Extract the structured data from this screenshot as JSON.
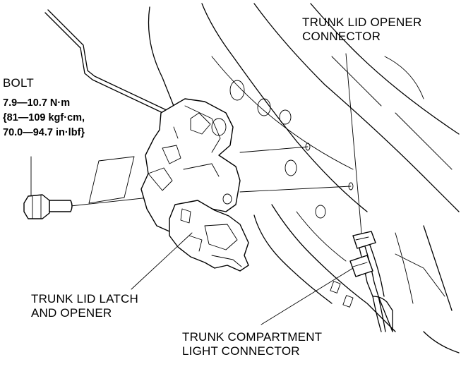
{
  "labels": {
    "bolt": {
      "title": "BOLT",
      "spec_lines": [
        "7.9—10.7 N·m",
        "{81—109 kgf·cm,",
        "70.0—94.7 in·lbf}"
      ]
    },
    "trunk_lid_opener_connector": [
      "TRUNK LID OPENER",
      "CONNECTOR"
    ],
    "trunk_lid_latch_and_opener": [
      "TRUNK LID LATCH",
      "AND OPENER"
    ],
    "trunk_compartment_light_connector": [
      "TRUNK COMPARTMENT",
      "LIGHT CONNECTOR"
    ]
  }
}
